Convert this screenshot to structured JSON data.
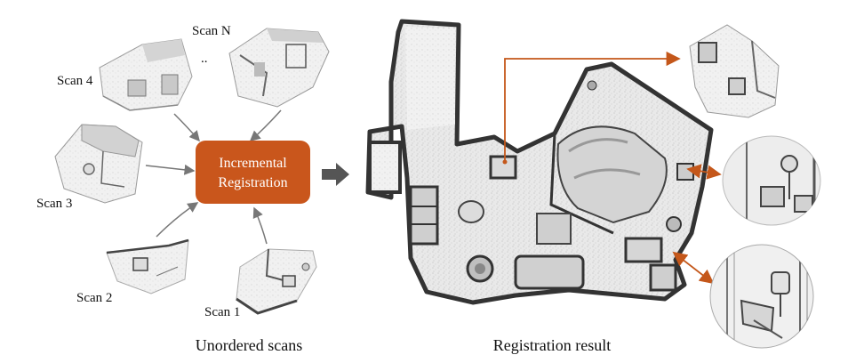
{
  "diagram": {
    "scan_labels": {
      "scan_n": "Scan N",
      "dots": "..",
      "scan_4": "Scan 4",
      "scan_3": "Scan 3",
      "scan_2": "Scan 2",
      "scan_1": "Scan 1"
    },
    "process_box": {
      "line1": "Incremental",
      "line2": "Registration"
    },
    "captions": {
      "left": "Unordered scans",
      "right": "Registration result"
    },
    "colors": {
      "box_fill": "#c9561c",
      "arrow_gray": "#777777",
      "callout_orange": "#c4571a",
      "big_arrow": "#555555"
    }
  }
}
